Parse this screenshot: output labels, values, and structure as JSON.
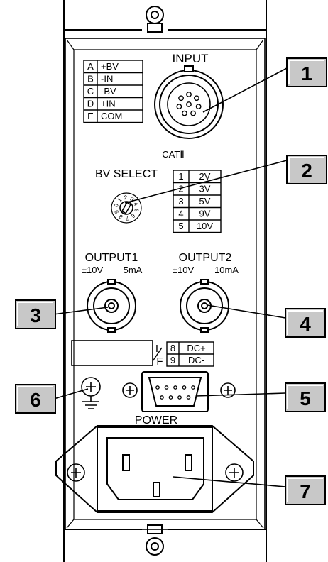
{
  "pin_table": [
    {
      "pin": "A",
      "signal": "+BV"
    },
    {
      "pin": "B",
      "signal": "-IN"
    },
    {
      "pin": "C",
      "signal": "-BV"
    },
    {
      "pin": "D",
      "signal": "+IN"
    },
    {
      "pin": "E",
      "signal": "COM"
    }
  ],
  "input_label": "INPUT",
  "category_label": "CATⅡ",
  "bv_select_label": "BV SELECT",
  "bv_table": [
    {
      "pos": "1",
      "voltage": "2V"
    },
    {
      "pos": "2",
      "voltage": "3V"
    },
    {
      "pos": "3",
      "voltage": "5V"
    },
    {
      "pos": "4",
      "voltage": "9V"
    },
    {
      "pos": "5",
      "voltage": "10V"
    }
  ],
  "rotary_digits": [
    "1",
    "2",
    "3",
    "4",
    "5",
    "6",
    "7",
    "8",
    "9",
    "0"
  ],
  "output1": {
    "title": "OUTPUT1",
    "spec_voltage": "±10V",
    "spec_current": "5mA"
  },
  "output2": {
    "title": "OUTPUT2",
    "spec_voltage": "±10V",
    "spec_current": "10mA"
  },
  "interface": {
    "label_top": "I",
    "label_bottom": "F",
    "rows": [
      {
        "pin": "8",
        "signal": "DC+"
      },
      {
        "pin": "9",
        "signal": "DC-"
      }
    ]
  },
  "power_label": "POWER",
  "callouts": [
    "1",
    "2",
    "3",
    "4",
    "5",
    "6",
    "7"
  ],
  "colors": {
    "line": "#000000",
    "callout_fill": "#c8c8c8",
    "background": "#ffffff"
  }
}
